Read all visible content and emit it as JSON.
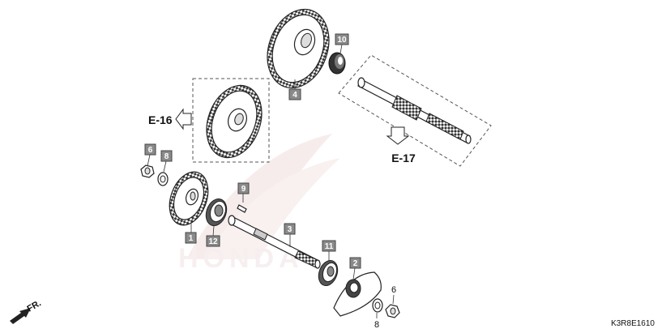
{
  "refs": {
    "e16": "E-16",
    "e17": "E-17"
  },
  "callouts": {
    "gear_1": "1",
    "gear_1_washer": "8",
    "gear_1_nut": "6",
    "plate_2": "2",
    "shaft_3": "3",
    "gear_4": "4",
    "pin_9": "9",
    "bearing_10": "10",
    "bearing_11": "11",
    "bearing_12": "12",
    "nut_6_lower": "6",
    "washer_8_lower": "8"
  },
  "front_label": "FR.",
  "diagram_code": "K3R8E1610",
  "colors": {
    "tag": "#8a8a8a",
    "line": "#222222",
    "watermark": "#f1dede"
  }
}
